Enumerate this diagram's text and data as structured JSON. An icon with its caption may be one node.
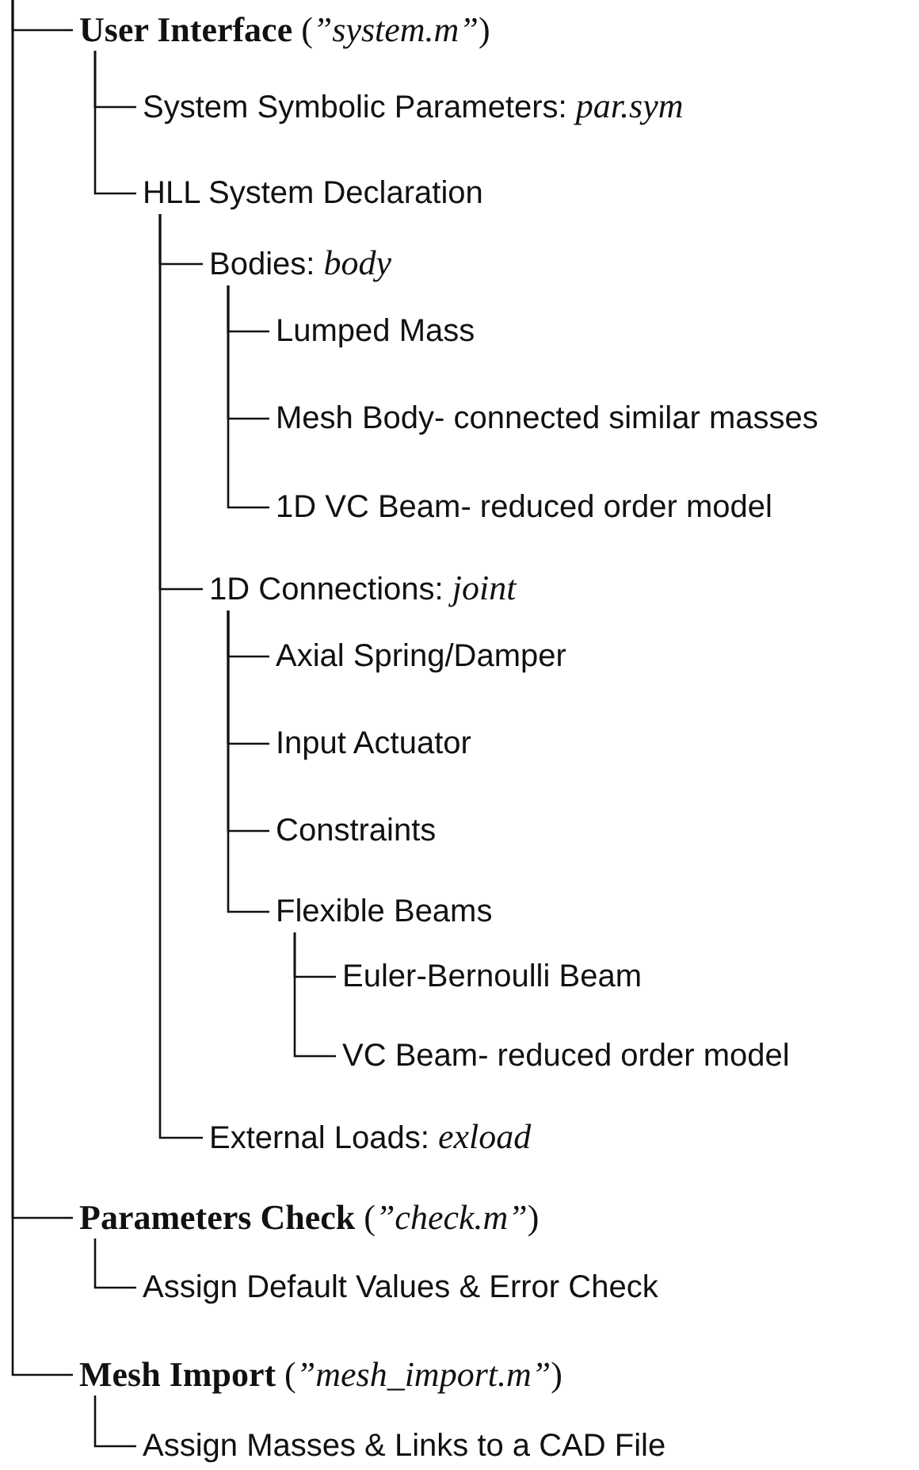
{
  "diagram": {
    "nodes": [
      {
        "text": [
          "**User Interface** (*”system.m”*)"
        ]
      },
      {
        "text": [
          "System Symbolic Parameters: *par.sym*"
        ]
      },
      {
        "text": [
          "HLL System Declaration"
        ]
      },
      {
        "text": [
          "Bodies: *body*"
        ]
      },
      {
        "text": [
          "Lumped Mass"
        ]
      },
      {
        "text": [
          "Mesh Body- connected similar masses"
        ]
      },
      {
        "text": [
          "1D VC Beam- reduced order model"
        ]
      },
      {
        "text": [
          "1D Connections: *joint*"
        ]
      },
      {
        "text": [
          "Axial Spring/Damper"
        ]
      },
      {
        "text": [
          "Input Actuator"
        ]
      },
      {
        "text": [
          "Constraints"
        ]
      },
      {
        "text": [
          "Flexible Beams"
        ]
      },
      {
        "text": [
          "Euler-Bernoulli Beam"
        ]
      },
      {
        "text": [
          "VC Beam- reduced order model"
        ]
      },
      {
        "text": [
          "External Loads: *exload*"
        ]
      },
      {
        "text": [
          "**Parameters Check** (*”check.m”*)"
        ]
      },
      {
        "text": [
          "Assign Default Values & Error Check"
        ]
      },
      {
        "text": [
          "**Mesh Import** (*”mesh_import.m”*)"
        ]
      },
      {
        "text": [
          "Assign Masses & Links to a CAD File"
        ]
      }
    ],
    "edges": [
      {
        "from": null,
        "to": 0,
        "arrow": "none"
      },
      {
        "from": null,
        "to": 15,
        "arrow": "none"
      },
      {
        "from": null,
        "to": 17,
        "arrow": "none"
      },
      {
        "from": 0,
        "to": 1,
        "arrow": "none"
      },
      {
        "from": 0,
        "to": 2,
        "arrow": "none"
      },
      {
        "from": 2,
        "to": 3,
        "arrow": "none"
      },
      {
        "from": 2,
        "to": 7,
        "arrow": "none"
      },
      {
        "from": 2,
        "to": 14,
        "arrow": "none"
      },
      {
        "from": 3,
        "to": 4,
        "arrow": "none"
      },
      {
        "from": 3,
        "to": 5,
        "arrow": "none"
      },
      {
        "from": 3,
        "to": 6,
        "arrow": "none"
      },
      {
        "from": 7,
        "to": 8,
        "arrow": "none"
      },
      {
        "from": 7,
        "to": 9,
        "arrow": "none"
      },
      {
        "from": 7,
        "to": 10,
        "arrow": "none"
      },
      {
        "from": 7,
        "to": 11,
        "arrow": "none"
      },
      {
        "from": 11,
        "to": 12,
        "arrow": "none"
      },
      {
        "from": 11,
        "to": 13,
        "arrow": "none"
      },
      {
        "from": 15,
        "to": 16,
        "arrow": "none"
      },
      {
        "from": 17,
        "to": 18,
        "arrow": "none"
      }
    ]
  }
}
